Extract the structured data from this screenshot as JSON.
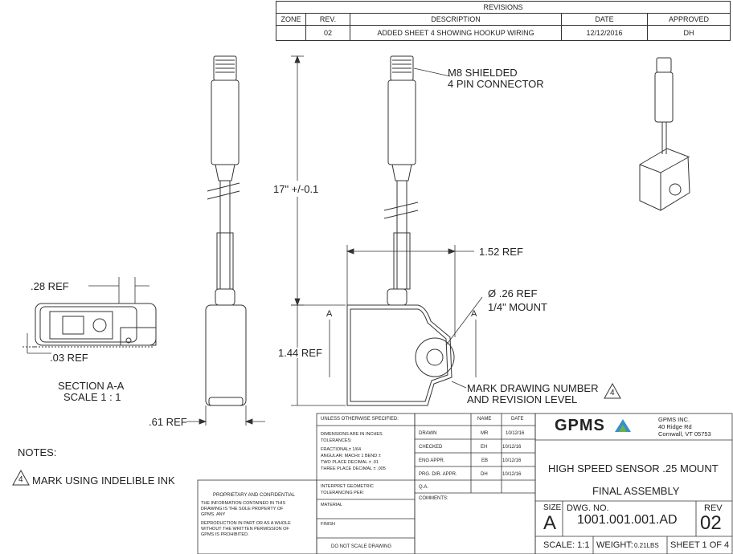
{
  "revisions": {
    "title": "REVISIONS",
    "headers": [
      "ZONE",
      "REV.",
      "DESCRIPTION",
      "DATE",
      "APPROVED"
    ],
    "rows": [
      {
        "zone": "",
        "rev": "02",
        "description": "ADDED SHEET 4 SHOWING HOOKUP WIRING",
        "date": "12/12/2016",
        "approved": "DH"
      }
    ]
  },
  "annotations": {
    "connector": "M8 SHIELDED",
    "connector2": "4 PIN CONNECTOR",
    "length": "17\" +/-0.1",
    "width_ref": "1.52 REF",
    "mount_dia": "Ø .26 REF",
    "mount": "1/4\" MOUNT",
    "height_ref": "1.44 REF",
    "depth_ref": ".61 REF",
    "sec_ref1": ".28 REF",
    "sec_ref2": ".03 REF",
    "section": "SECTION A-A",
    "scale": "SCALE 1 : 1",
    "mark1": "MARK DRAWING NUMBER",
    "mark2": "AND REVISION LEVEL",
    "flag": "4",
    "section_letter": "A"
  },
  "notes": {
    "title": "NOTES:",
    "items": [
      {
        "num": "4",
        "text": "MARK USING INDELIBLE INK"
      }
    ]
  },
  "titleblock": {
    "unless": "UNLESS OTHERWISE SPECIFIED:",
    "dims": "DIMENSIONS ARE IN INCHES",
    "tol": "TOLERANCES:",
    "frac": "FRACTIONAL± 1/64",
    "ang": "ANGULAR: MACH± 1   BEND ±",
    "two": "TWO PLACE DECIMAL   ± .01",
    "three": "THREE PLACE DECIMAL  ± .005",
    "interp": "INTERPRET GEOMETRIC",
    "interp2": "TOLERANCING PER:",
    "material": "MATERIAL",
    "finish": "FINISH",
    "noscale": "DO NOT SCALE DRAWING",
    "prop_title": "PROPRIETARY AND CONFIDENTIAL",
    "prop_lines": [
      "THE INFORMATION CONTAINED IN THIS",
      "DRAWING IS THE SOLE PROPERTY OF",
      "GPMS.  ANY",
      "REPRODUCTION IN PART OR AS A WHOLE",
      "WITHOUT THE WRITTEN PERMISSION OF",
      "GPMS IS PROHIBITED."
    ],
    "name_h": "NAME",
    "date_h": "DATE",
    "signoffs": [
      {
        "role": "DRAWN",
        "name": "MR",
        "date": "10/12/16"
      },
      {
        "role": "CHECKED",
        "name": "EH",
        "date": "10/12/16"
      },
      {
        "role": "ENG APPR.",
        "name": "EB",
        "date": "10/12/16"
      },
      {
        "role": "PRG. DIR. APPR.",
        "name": "DH",
        "date": "10/12/16"
      },
      {
        "role": "Q.A.",
        "name": "",
        "date": ""
      }
    ],
    "comments": "COMMENTS:",
    "logo": "GPMS",
    "company": "GPMS INC.",
    "addr1": "40 Ridge Rd",
    "addr2": "Cornwall, VT 05753",
    "title1": "HIGH SPEED SENSOR .25 MOUNT",
    "title2": "FINAL ASSEMBLY",
    "size_l": "SIZE",
    "size": "A",
    "dwg_l": "DWG.  NO.",
    "dwg": "1001.001.001.AD",
    "rev_l": "REV",
    "rev": "02",
    "scale": "SCALE: 1:1",
    "weight_l": "WEIGHT:",
    "weight": "0.21LBS",
    "sheet": "SHEET 1 OF 4"
  },
  "colors": {
    "line": "#333333",
    "logo_accent": "#3a8fc7",
    "logo_green": "#6ab04c"
  }
}
